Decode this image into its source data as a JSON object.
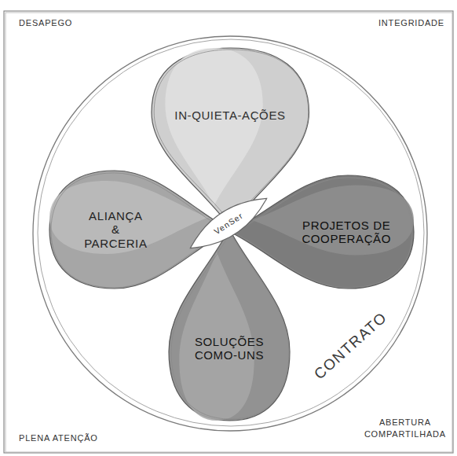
{
  "diagram": {
    "nodes": [
      {
        "text": [
          "IN-QUIETA-AÇÕES"
        ]
      },
      {
        "text": [
          "ALIANÇA & PARCERIA"
        ]
      },
      {
        "text": [
          "VenSer"
        ]
      },
      {
        "text": [
          "PROJETOS DE COOPERAÇÃO"
        ]
      },
      {
        "text": [
          "SOLUÇÕES COMO-UNS"
        ]
      }
    ],
    "labels": [
      "DESAPEGO",
      "INTEGRIDADE",
      "PLENA ATENÇÃO",
      "ABERTURA COMPARTILHADA",
      "CONTRATO"
    ]
  }
}
